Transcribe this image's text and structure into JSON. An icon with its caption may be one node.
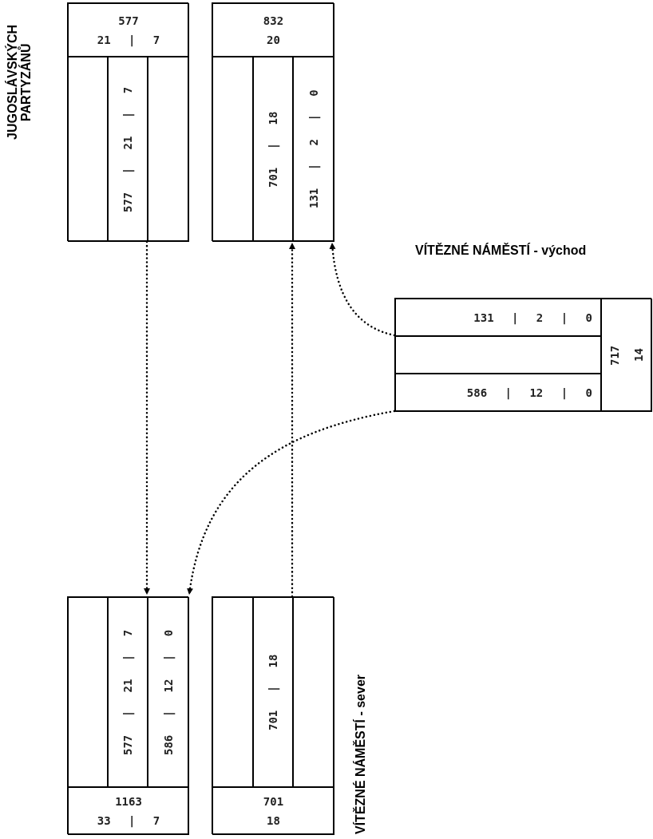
{
  "diagram": {
    "nodes": [
      {
        "text": [],
        "shape": "box"
      },
      {
        "text": [
          "577",
          "21 | 7"
        ],
        "in": 0
      },
      {
        "text": [],
        "shape": "box",
        "in": 0
      },
      {
        "text": [
          "577 | 21 | 7"
        ],
        "in": 0
      },
      {
        "text": [],
        "shape": "box",
        "in": 0
      },
      {
        "text": [],
        "shape": "box"
      },
      {
        "text": [
          "832",
          "20"
        ],
        "in": 5
      },
      {
        "text": [],
        "shape": "box",
        "in": 5
      },
      {
        "text": [
          "701 | 18"
        ],
        "in": 5
      },
      {
        "text": [
          "131 | 2 | 0"
        ],
        "in": 5
      },
      {
        "text": [],
        "shape": "box"
      },
      {
        "text": [
          "131 | 2 | 0"
        ],
        "in": 10
      },
      {
        "text": [],
        "shape": "box",
        "in": 10
      },
      {
        "text": [
          "586 | 12 | 0"
        ],
        "in": 10
      },
      {
        "text": [
          "717",
          "14"
        ],
        "in": 10
      },
      {
        "text": [],
        "shape": "box"
      },
      {
        "text": [],
        "shape": "box",
        "in": 15
      },
      {
        "text": [
          "577 | 21 | 7"
        ],
        "in": 15
      },
      {
        "text": [
          "586 | 12 | 0"
        ],
        "in": 15
      },
      {
        "text": [
          "1163",
          "33 | 7"
        ],
        "in": 15
      },
      {
        "text": [],
        "shape": "box"
      },
      {
        "text": [],
        "shape": "box",
        "in": 20
      },
      {
        "text": [
          "701 | 18"
        ],
        "in": 20
      },
      {
        "text": [],
        "shape": "box",
        "in": 20
      },
      {
        "text": [
          "701",
          "18"
        ],
        "in": 20
      }
    ],
    "edges": [
      {
        "from": 3,
        "to": 17,
        "arrow": "to",
        "style": "dashed"
      },
      {
        "from": 22,
        "to": 8,
        "arrow": "to",
        "style": "dashed"
      },
      {
        "from": 11,
        "to": 9,
        "arrow": "to",
        "style": "dashed"
      },
      {
        "from": 13,
        "to": 18,
        "arrow": "to",
        "style": "dashed"
      }
    ],
    "labels": [
      "JUGOSLÁVSKÝCH PARTYZÁNŮ",
      "VÍTĚZNÉ NÁMĚSTÍ - východ",
      "VÍTĚZNÉ NÁMĚSTÍ - sever"
    ]
  }
}
